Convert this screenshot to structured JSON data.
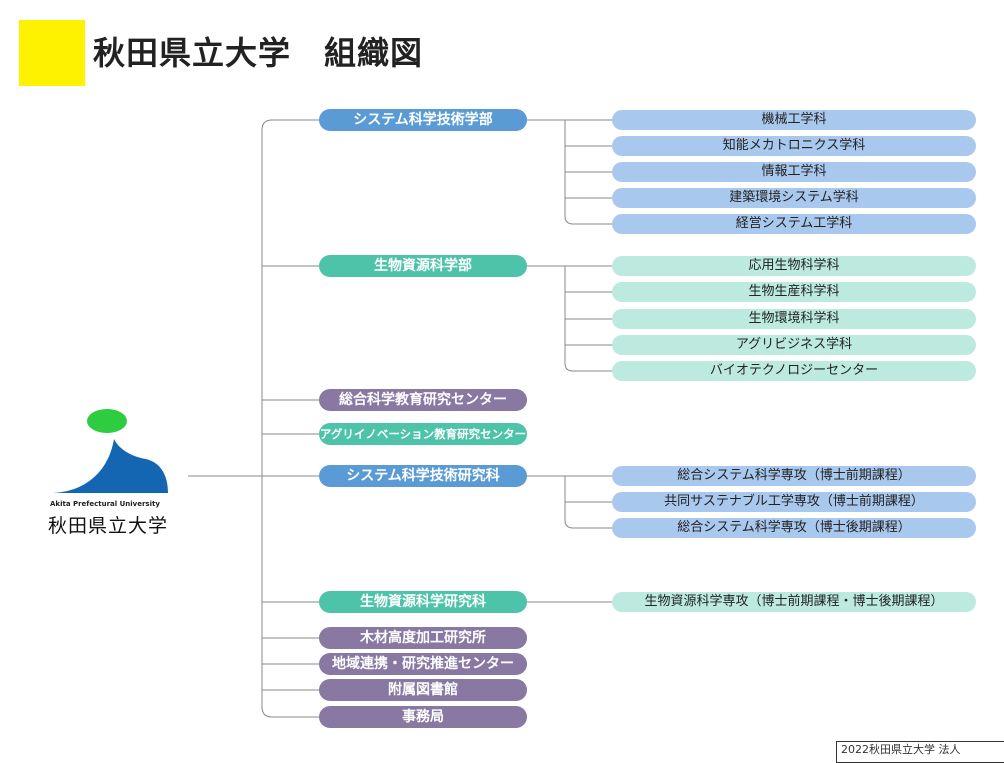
{
  "title": "秋田県立大学　組織図",
  "colors": {
    "yellow": "#FFF200",
    "blue_main": "#5B9BD5",
    "blue_sub": "#A9C8EE",
    "green_main": "#4DC3A9",
    "green_sub": "#BDEADF",
    "purple": "#8878A2",
    "line": "#888888",
    "logo_blue": "#1466B3",
    "logo_green": "#2ECC40"
  },
  "logo": {
    "en": "Akita Prefectural University",
    "ja": "秋田県立大学"
  },
  "units": [
    {
      "label": "システム科学技術学部",
      "color": "blue",
      "children": [
        "機械工学科",
        "知能メカトロニクス学科",
        "情報工学科",
        "建築環境システム学科",
        "経営システム工学科"
      ]
    },
    {
      "label": "生物資源科学部",
      "color": "green",
      "children": [
        "応用生物科学科",
        "生物生産科学科",
        "生物環境科学科",
        "アグリビジネス学科",
        "バイオテクノロジーセンター"
      ]
    },
    {
      "label": "総合科学教育研究センター",
      "color": "purple",
      "children": []
    },
    {
      "label": "アグリイノベーション教育研究センター",
      "color": "green",
      "children": []
    },
    {
      "label": "システム科学技術研究科",
      "color": "blue",
      "children": [
        "総合システム科学専攻（博士前期課程）",
        "共同サステナブル工学専攻（博士前期課程）",
        "総合システム科学専攻（博士後期課程）"
      ]
    },
    {
      "label": "生物資源科学研究科",
      "color": "green",
      "children": [
        "生物資源科学専攻（博士前期課程・博士後期課程）"
      ]
    },
    {
      "label": "木材高度加工研究所",
      "color": "purple",
      "children": []
    },
    {
      "label": "地域連携・研究推進センター",
      "color": "purple",
      "children": []
    },
    {
      "label": "附属図書館",
      "color": "purple",
      "children": []
    },
    {
      "label": "事務局",
      "color": "purple",
      "children": []
    }
  ],
  "footer_note": "2022秋田県立大学 法人"
}
